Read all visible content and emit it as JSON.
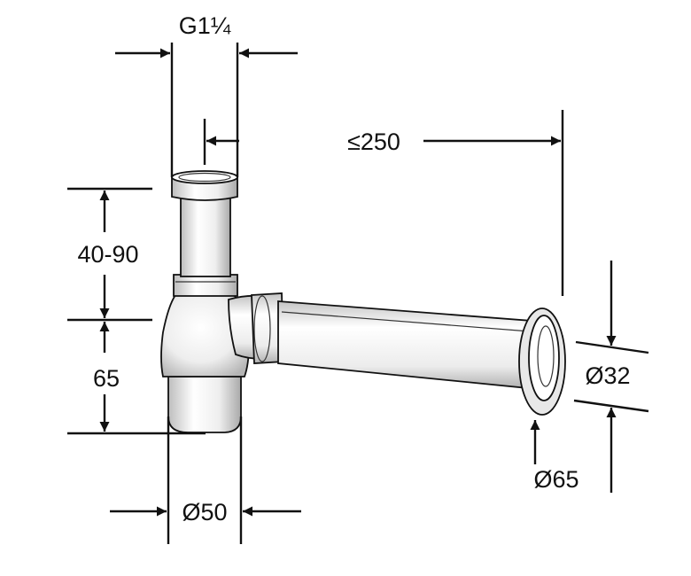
{
  "dimensions": {
    "thread": "G1¼",
    "max_length": "≤250",
    "height_adjust": "40-90",
    "trap_height": "65",
    "pipe_diameter": "Ø32",
    "rosette_diameter": "Ø65",
    "body_diameter": "Ø50"
  },
  "colors": {
    "line": "#111111",
    "metal_light": "#f7f7f7",
    "metal_dark": "#b8b8b8"
  }
}
